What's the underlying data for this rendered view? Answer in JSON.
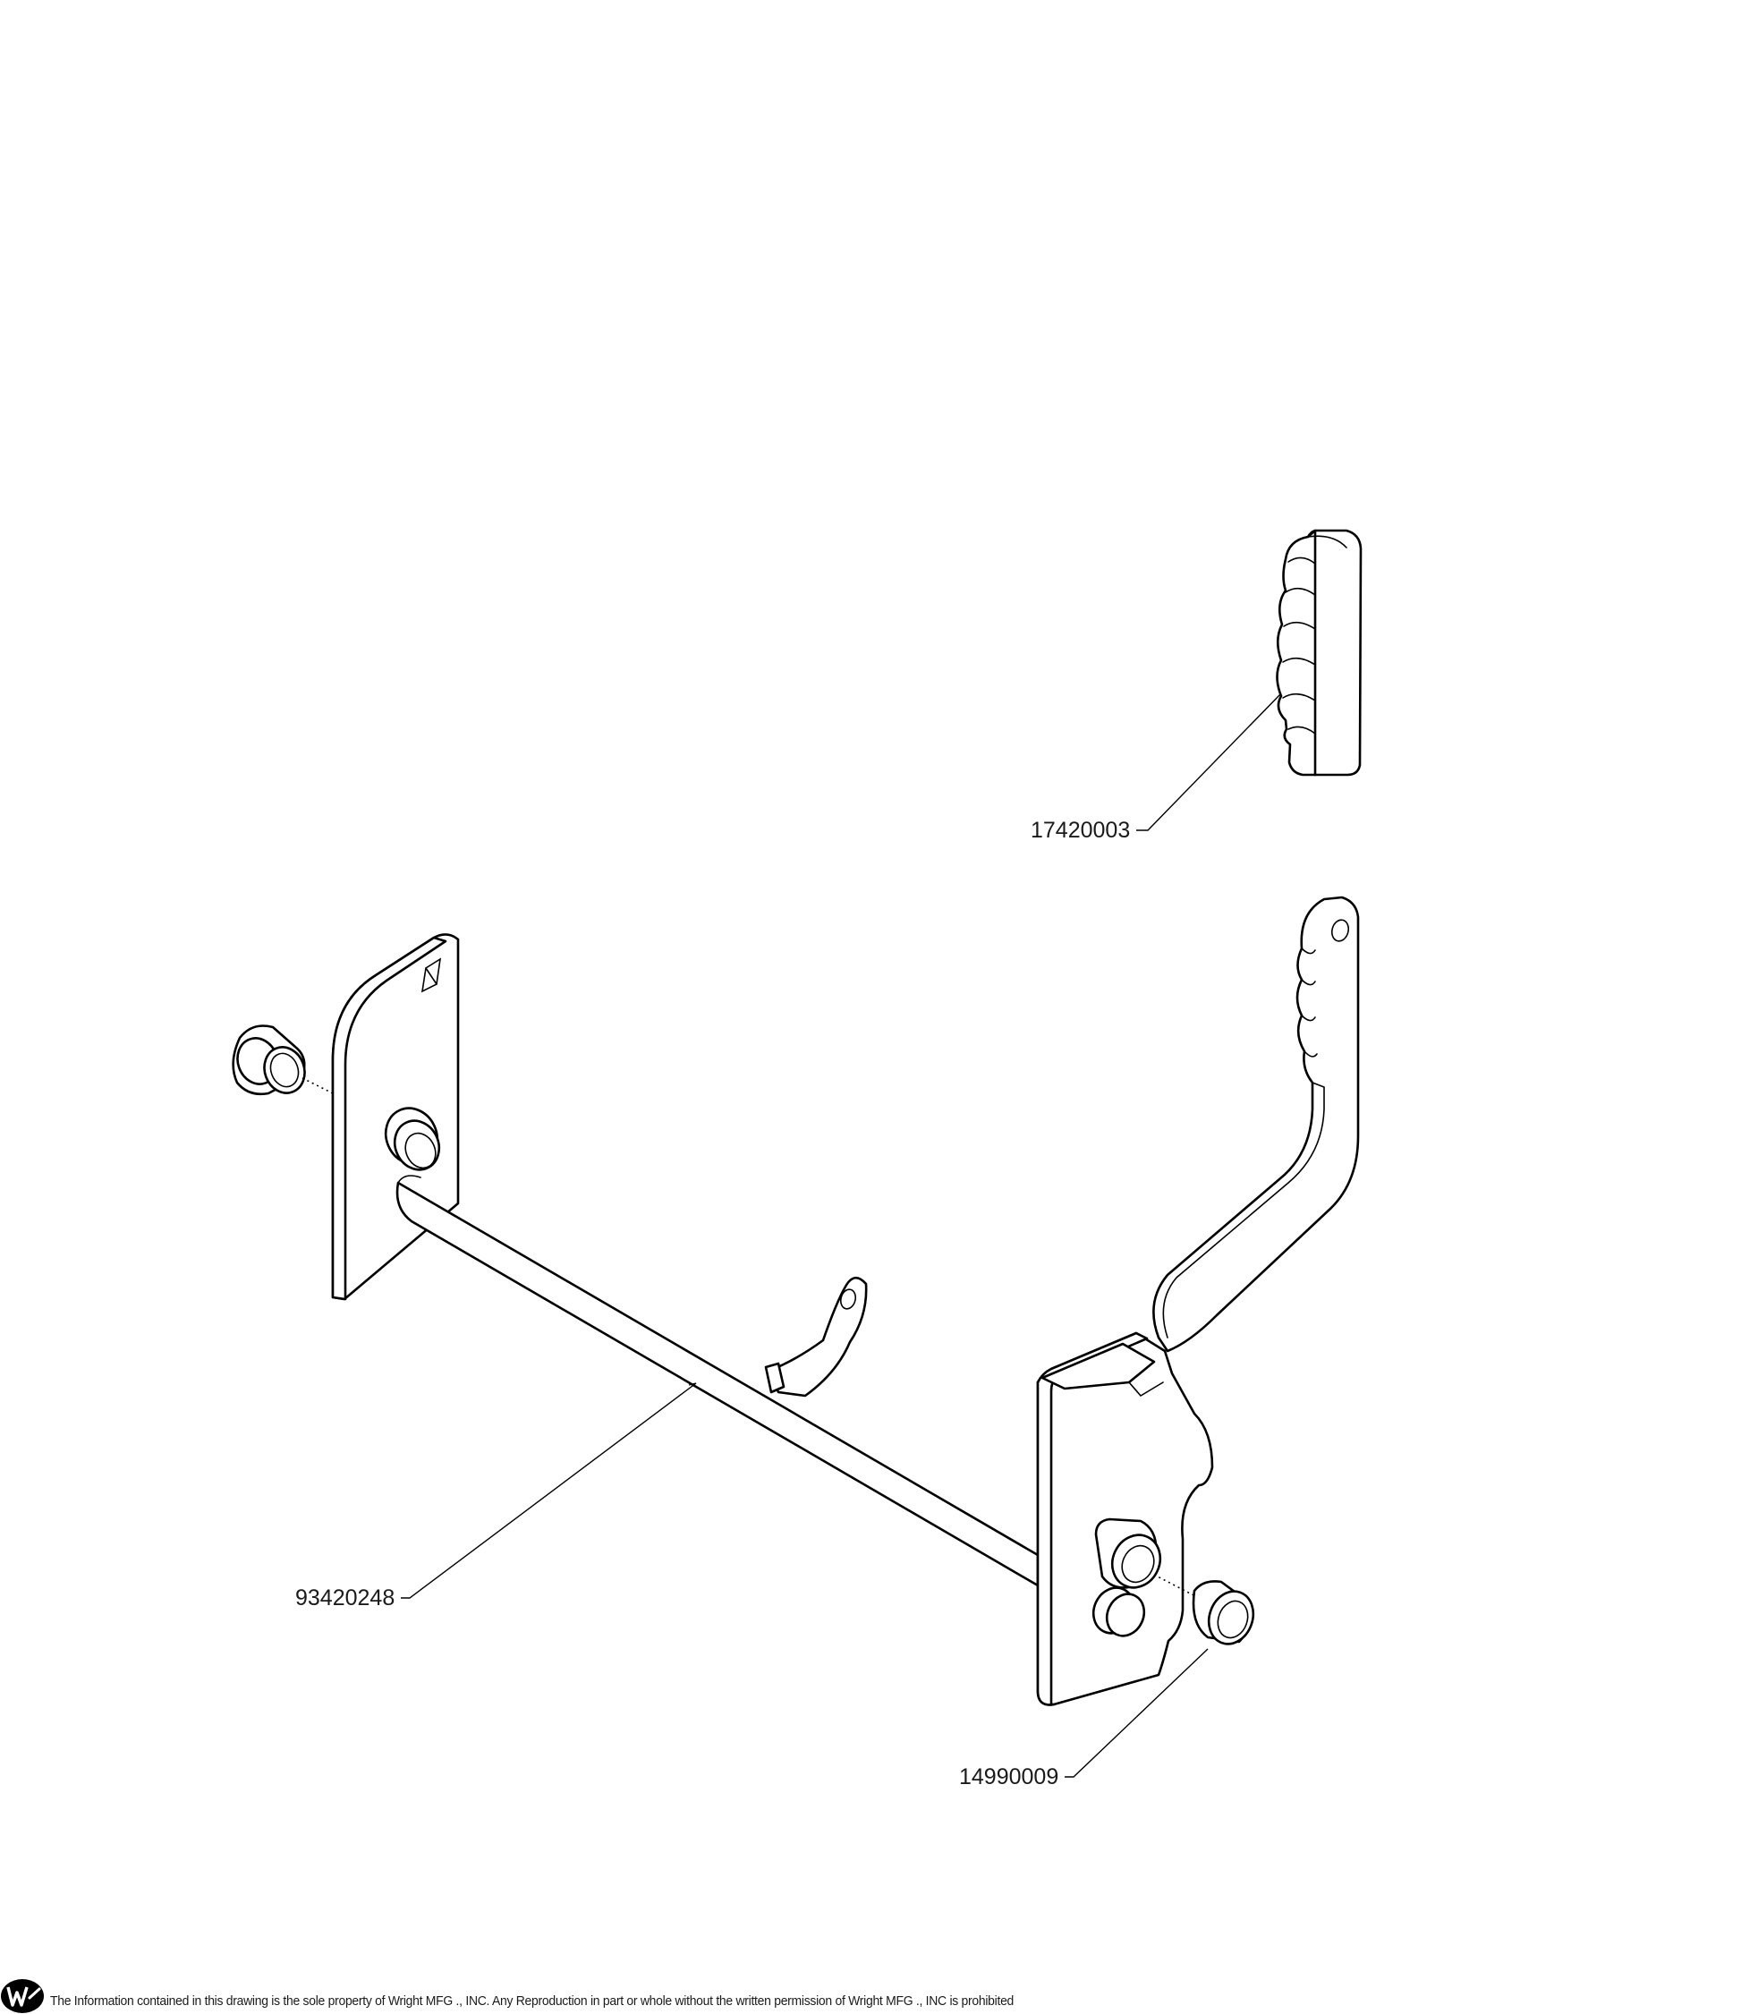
{
  "callouts": {
    "handle_grip": "17420003",
    "shaft_assembly": "93420248",
    "bushing": "14990009"
  },
  "footer": {
    "notice": "The Information contained in this drawing is the sole property of Wright MFG ., INC. Any Reproduction in part or whole without the written permission of Wright MFG ., INC is prohibited"
  },
  "colors": {
    "line": "#000000",
    "background": "#ffffff"
  }
}
